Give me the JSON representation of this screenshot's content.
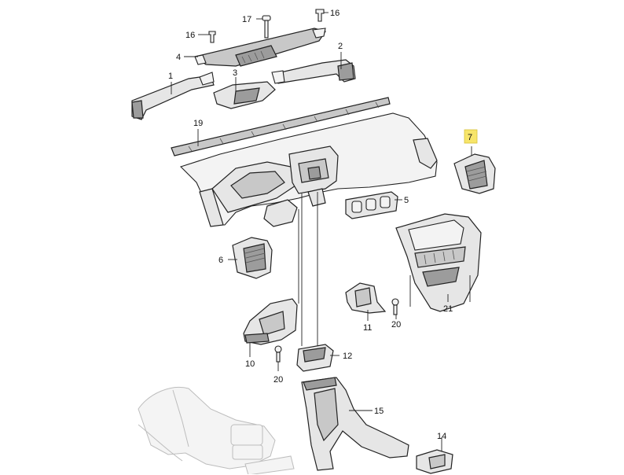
{
  "callouts": [
    {
      "id": "c1",
      "label": "1"
    },
    {
      "id": "c2",
      "label": "2"
    },
    {
      "id": "c3",
      "label": "3"
    },
    {
      "id": "c4",
      "label": "4"
    },
    {
      "id": "c5",
      "label": "5"
    },
    {
      "id": "c6",
      "label": "6"
    },
    {
      "id": "c7",
      "label": "7",
      "highlight": "#f7e56a"
    },
    {
      "id": "c10",
      "label": "10"
    },
    {
      "id": "c11",
      "label": "11"
    },
    {
      "id": "c12",
      "label": "12"
    },
    {
      "id": "c14",
      "label": "14"
    },
    {
      "id": "c15",
      "label": "15"
    },
    {
      "id": "c16a",
      "label": "16"
    },
    {
      "id": "c16b",
      "label": "16"
    },
    {
      "id": "c17",
      "label": "17"
    },
    {
      "id": "c19",
      "label": "19"
    },
    {
      "id": "c20a",
      "label": "20"
    },
    {
      "id": "c20b",
      "label": "20"
    },
    {
      "id": "c21",
      "label": "21"
    }
  ],
  "colors": {
    "highlight": "#f7e56a",
    "line": "#222222",
    "part_fill": "#e6e6e6"
  }
}
